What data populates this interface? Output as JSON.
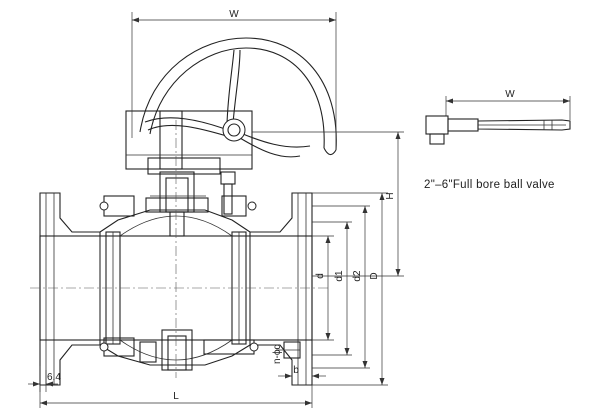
{
  "caption": "2\"–6\"Full bore ball valve",
  "dimensions": {
    "W_main": "W",
    "W_side": "W",
    "H": "H",
    "L": "L",
    "D": "D",
    "d": "d",
    "d1": "d1",
    "d2": "d2",
    "b": "b",
    "n_phi_d": "n-ϕd",
    "flange_offset": "6.4"
  }
}
